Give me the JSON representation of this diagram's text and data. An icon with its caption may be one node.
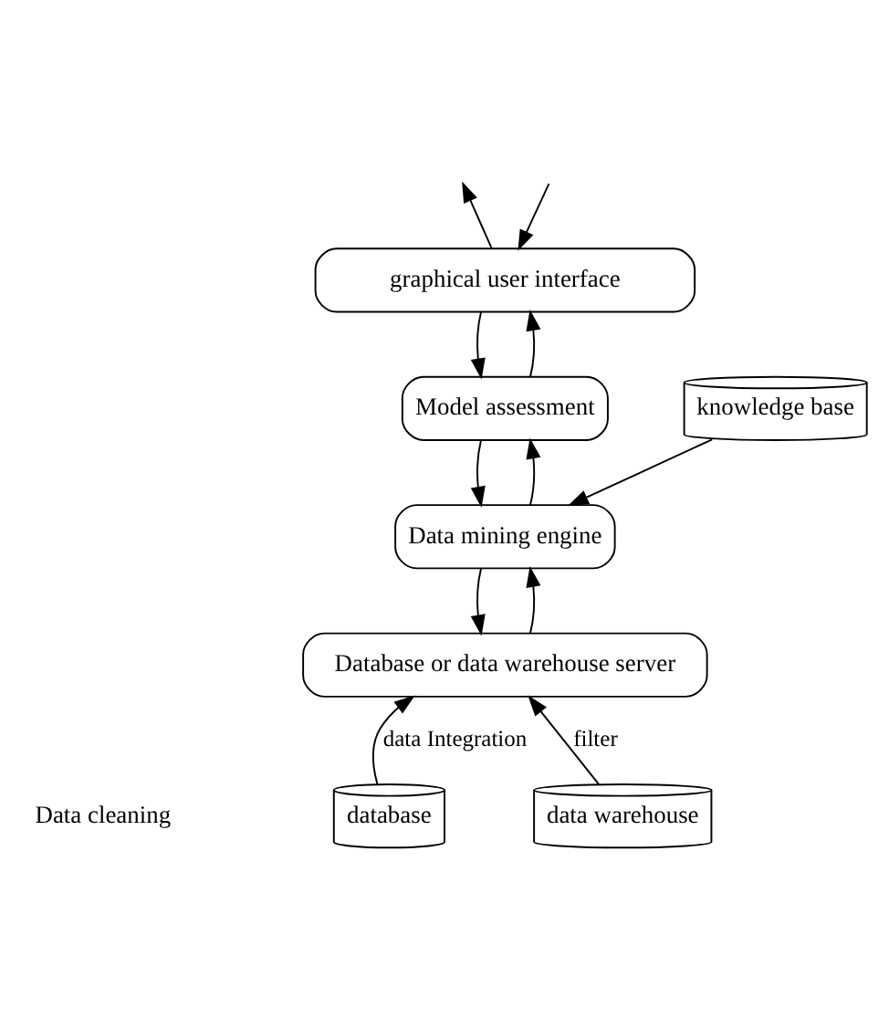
{
  "diagram": {
    "nodes": [
      {
        "text": [
          "graphical user interface"
        ]
      },
      {
        "text": [
          "Model assessment"
        ]
      },
      {
        "text": [
          "Data mining engine"
        ]
      },
      {
        "text": [
          "knowledge base"
        ]
      },
      {
        "text": [
          "Database or data warehouse server"
        ]
      },
      {
        "text": [
          "database"
        ]
      },
      {
        "text": [
          "data warehouse"
        ]
      }
    ],
    "edges": [
      {
        "from": null,
        "to": 0,
        "arrow": "to"
      },
      {
        "from": 0,
        "to": null,
        "arrow": "to"
      },
      {
        "from": 0,
        "to": 1,
        "arrow": "to"
      },
      {
        "from": 1,
        "to": 0,
        "arrow": "to"
      },
      {
        "from": 1,
        "to": 2,
        "arrow": "to"
      },
      {
        "from": 2,
        "to": 1,
        "arrow": "to"
      },
      {
        "from": 3,
        "to": 2,
        "arrow": "to"
      },
      {
        "from": 2,
        "to": 4,
        "arrow": "to"
      },
      {
        "from": 4,
        "to": 2,
        "arrow": "to"
      },
      {
        "from": 5,
        "to": 4,
        "arrow": "to",
        "label": "data Integration"
      },
      {
        "from": 6,
        "to": 4,
        "arrow": "to",
        "label": "filter"
      }
    ],
    "labels": [
      "Data cleaning"
    ]
  }
}
